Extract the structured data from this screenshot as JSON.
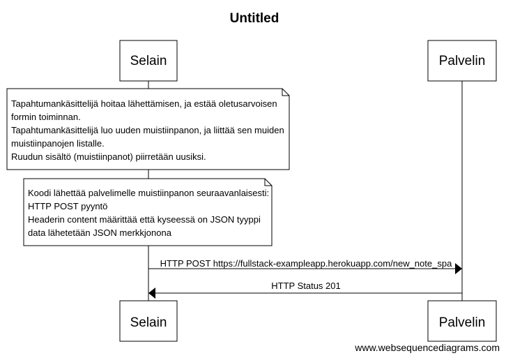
{
  "diagram": {
    "title": "Untitled",
    "participants": {
      "browser": "Selain",
      "server": "Palvelin"
    },
    "notes": [
      {
        "lines": [
          "Tapahtumankäsittelijä hoitaa lähettämisen, ja estää oletusarvoisen",
          "formin toiminnan.",
          "Tapahtumankäsittelijä luo uuden muistiinpanon, ja liittää sen muiden",
          "muistiinpanojen listalle.",
          "Ruudun sisältö (muistiinpanot) piirretään uusiksi."
        ]
      },
      {
        "lines": [
          "Koodi lähettää palvelimelle muistiinpanon seuraavanlaisesti:",
          "HTTP POST pyyntö",
          "Headerin content määrittää että kyseessä on JSON tyyppi",
          "data lähetetään JSON merkkjonona"
        ]
      }
    ],
    "messages": [
      {
        "from": "browser",
        "to": "server",
        "label": "HTTP POST https://fullstack-exampleapp.herokuapp.com/new_note_spa"
      },
      {
        "from": "server",
        "to": "browser",
        "label": "HTTP Status 201"
      }
    ],
    "watermark": "www.websequencediagrams.com"
  }
}
